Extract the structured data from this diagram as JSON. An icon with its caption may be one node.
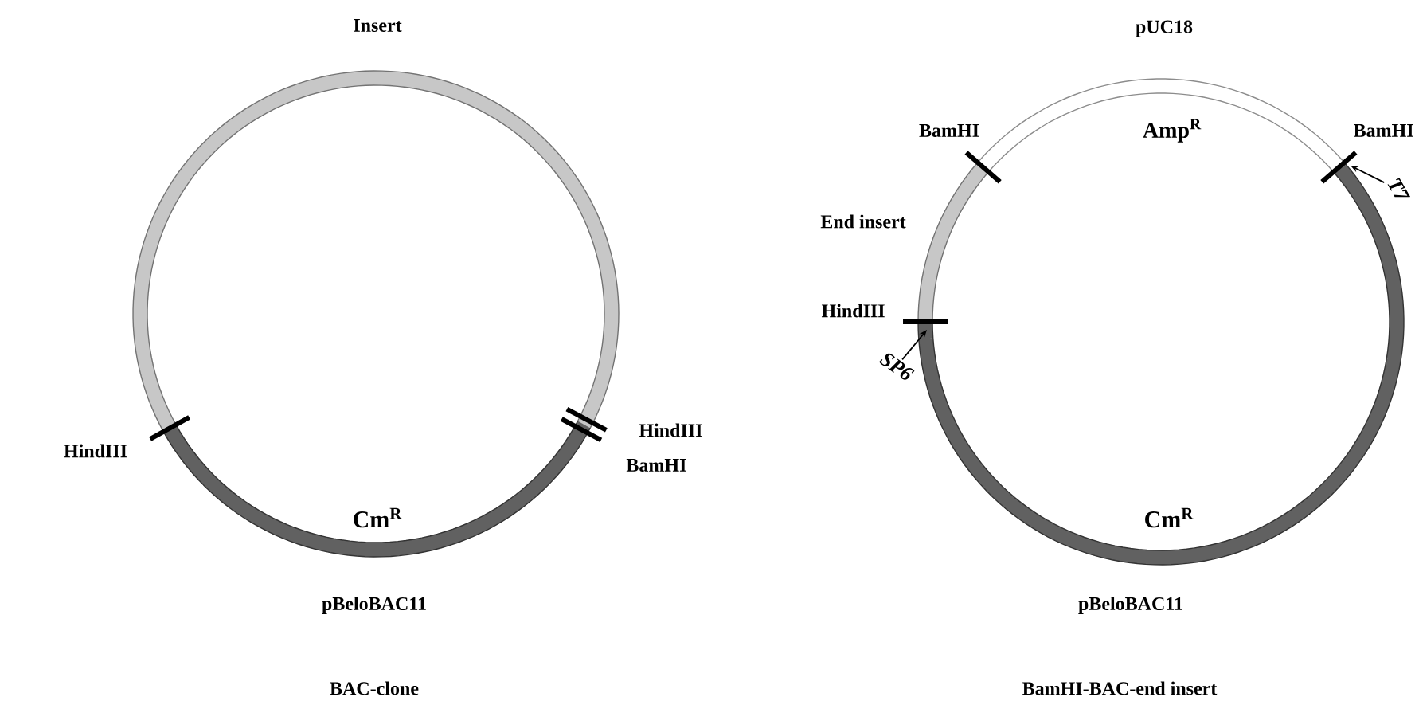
{
  "diagram": {
    "nodes": [
      {
        "text": [
          "SP6"
        ]
      },
      {
        "text": [
          "T7"
        ]
      }
    ],
    "edges": [
      {
        "from": 0,
        "to": null,
        "arrow": "to"
      },
      {
        "from": 1,
        "to": null,
        "arrow": "to"
      }
    ],
    "labels": [
      "Insert",
      "pUC18",
      "BamHI",
      "Amp$^{R}$",
      "BamHI",
      "End insert",
      "HindIII",
      "HindIII",
      "HindIII",
      "BamHI",
      "Cm$^{R}$",
      "Cm$^{R}$",
      "pBeloBAC11",
      "pBeloBAC11",
      "BAC-clone",
      "BamHI-BAC-end insert"
    ]
  }
}
